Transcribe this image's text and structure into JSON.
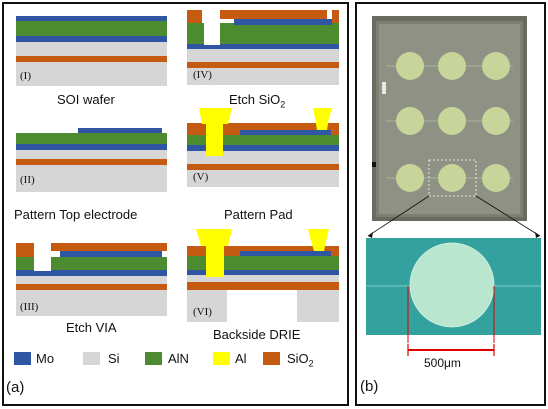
{
  "colors": {
    "mo": "#2f56a3",
    "si": "#d6d6d6",
    "aln": "#4d8b31",
    "al": "#ffff00",
    "sio2": "#c55a11"
  },
  "panel_a": {
    "label": "(a)",
    "steps": [
      {
        "num": "(I)",
        "caption": "SOI wafer"
      },
      {
        "num": "(II)",
        "caption": "Pattern Top electrode"
      },
      {
        "num": "(III)",
        "caption": "Etch VIA"
      },
      {
        "num": "(IV)",
        "caption": "Etch SiO",
        "sub": "2"
      },
      {
        "num": "(V)",
        "caption": "Pattern Pad"
      },
      {
        "num": "(VI)",
        "caption": "Backside DRIE"
      }
    ],
    "legend": [
      {
        "name": "Mo"
      },
      {
        "name": "Si"
      },
      {
        "name": "AlN"
      },
      {
        "name": "Al"
      },
      {
        "name": "SiO",
        "sub": "2"
      }
    ]
  },
  "panel_b": {
    "label": "(b)",
    "scale_bar": "500μm"
  }
}
